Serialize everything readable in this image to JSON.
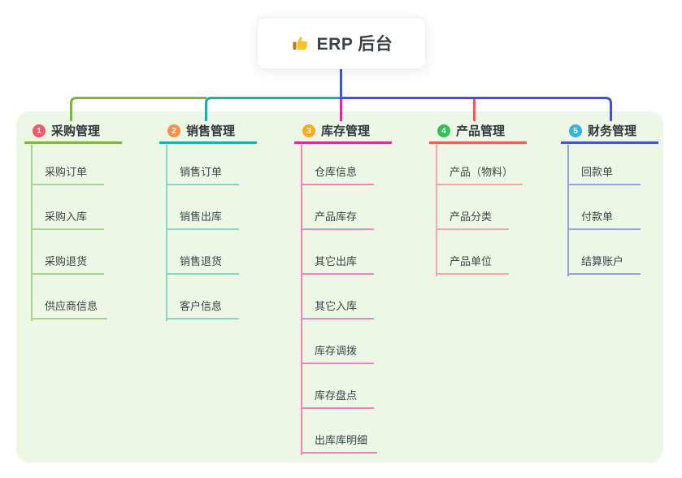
{
  "root": {
    "label": "ERP 后台",
    "icon": "thumbs-up"
  },
  "branches": [
    {
      "badge": "1",
      "label": "采购管理",
      "color": "#7cb342",
      "light_color": "#a8d389",
      "badge_color": "#f4566c",
      "children": [
        "采购订单",
        "采购入库",
        "采购退货",
        "供应商信息"
      ]
    },
    {
      "badge": "2",
      "label": "销售管理",
      "color": "#1fb0a4",
      "light_color": "#86d4cc",
      "badge_color": "#fb8e4b",
      "children": [
        "销售订单",
        "销售出库",
        "销售退货",
        "客户信息"
      ]
    },
    {
      "badge": "3",
      "label": "库存管理",
      "color": "#dd2a96",
      "light_color": "#f184c0",
      "badge_color": "#f9ab1c",
      "children": [
        "仓库信息",
        "产品库存",
        "其它出库",
        "其它入库",
        "库存调拨",
        "库存盘点",
        "出库库明细"
      ]
    },
    {
      "badge": "4",
      "label": "产品管理",
      "color": "#f15b5b",
      "light_color": "#f5a6a6",
      "badge_color": "#2fc157",
      "children": [
        "产品（物料）",
        "产品分类",
        "产品单位"
      ]
    },
    {
      "badge": "5",
      "label": "财务管理",
      "color": "#4355c5",
      "light_color": "#96a4dc",
      "badge_color": "#3aaee5",
      "children": [
        "回款单",
        "付款单",
        "结算账户"
      ]
    }
  ],
  "colors": {
    "root_line": "#4355c5",
    "panel_bg": "#ecf7e6",
    "thumb_icon": "#f9c32a",
    "thumb_cuff": "#b5762a"
  }
}
